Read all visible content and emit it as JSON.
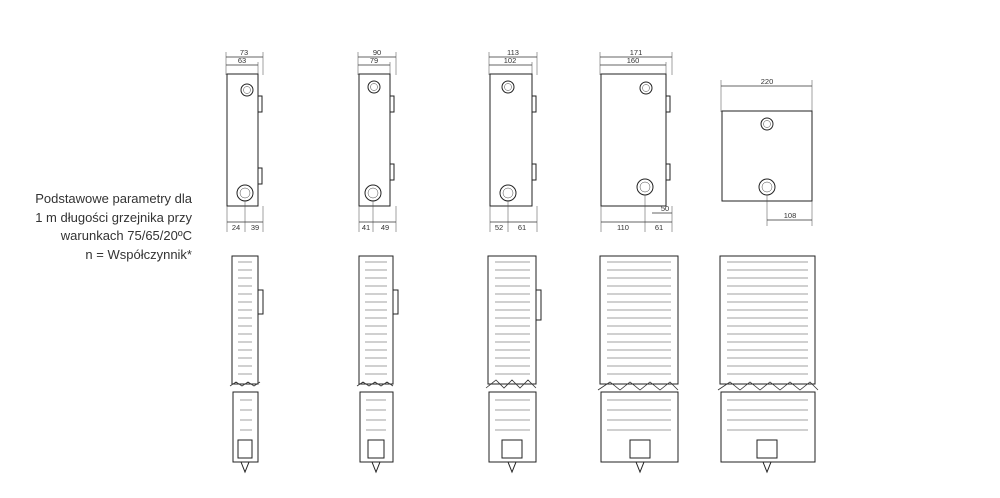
{
  "caption": {
    "lines": [
      "Podstawowe parametry dla",
      "1 m długości grzejnika przy",
      "warunkach 75/65/20ºC",
      "n = Współczynnik*"
    ]
  },
  "colors": {
    "line": "#222222",
    "text": "#333333",
    "background": "#ffffff"
  },
  "radiators": [
    {
      "outer": "73",
      "inner": "63",
      "bottom_left": "24",
      "bottom_right": "39"
    },
    {
      "outer": "90",
      "inner": "79",
      "bottom_left": "41",
      "bottom_right": "49"
    },
    {
      "outer": "113",
      "inner": "102",
      "bottom_left": "52",
      "bottom_right": "61"
    },
    {
      "outer": "171",
      "inner": "160",
      "bottom_left": "110",
      "bottom_right": "61",
      "side": "50"
    },
    {
      "outer": "220",
      "bottom_right": "108"
    }
  ]
}
